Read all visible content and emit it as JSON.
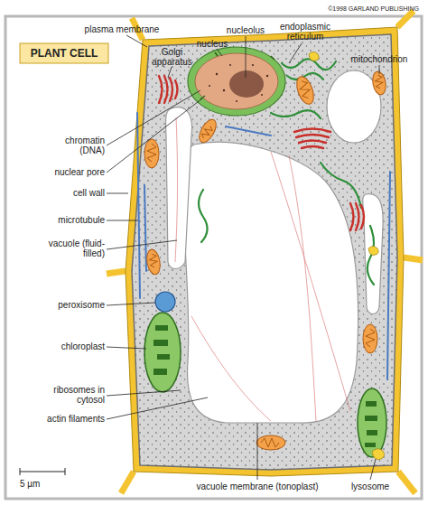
{
  "diagram": {
    "title": "PLANT CELL",
    "labels": [
      "©1998 GARLAND PUBLISHING",
      "plasma membrane",
      "Golgi apparatus",
      "nucleolus",
      "nucleus",
      "endoplasmic reticulum",
      "mitochondrion",
      "chromatin (DNA)",
      "nuclear pore",
      "cell wall",
      "microtubule",
      "vacuole (fluid-filled)",
      "peroxisome",
      "chloroplast",
      "ribosomes in cytosol",
      "actin filaments",
      "5 µm",
      "vacuole membrane (tonoplast)",
      "lysosome"
    ]
  }
}
